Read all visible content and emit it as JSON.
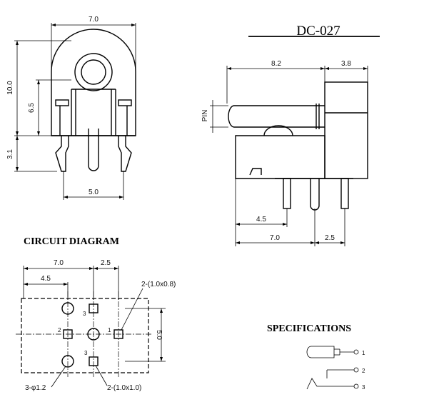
{
  "title": "DC-027",
  "front_view": {
    "dim_width": "7.0",
    "dim_height": "10.0",
    "dim_body": "6.5",
    "dim_pin_len": "3.1",
    "dim_pin_span": "5.0"
  },
  "side_view": {
    "dim_length": "8.2",
    "dim_front": "3.8",
    "pin_label": "PIN",
    "dim_pin_offset": "4.5",
    "dim_pcb_len": "7.0",
    "dim_pitch": "2.5"
  },
  "circuit": {
    "heading": "CIRCUIT DIAGRAM",
    "dim_top_total": "7.0",
    "dim_top_right": "2.5",
    "dim_left": "4.5",
    "dim_height": "5.0",
    "note_slot_top": "2-(1.0x0.8)",
    "note_round": "3-φ1.2",
    "note_slot_bottom": "2-(1.0x1.0)",
    "pin_labels": [
      "3",
      "2",
      "1",
      "3"
    ]
  },
  "specifications": {
    "heading": "SPECIFICATIONS",
    "pin_labels": [
      "1",
      "2",
      "3"
    ]
  }
}
